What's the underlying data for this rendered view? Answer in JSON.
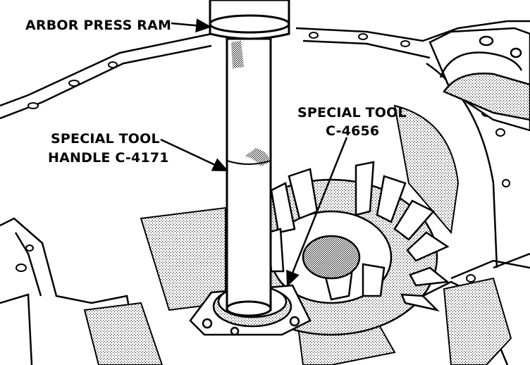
{
  "labels": {
    "arbor_press_ram": "ARBOR PRESS RAM",
    "handle_line1": "SPECIAL TOOL",
    "handle_line2": "HANDLE C-4171",
    "tool_line1": "SPECIAL TOOL",
    "tool_line2": "C-4656"
  },
  "colors": {
    "ink": "#000000",
    "paper": "#ffffff",
    "shade": "#9a9a9a"
  }
}
